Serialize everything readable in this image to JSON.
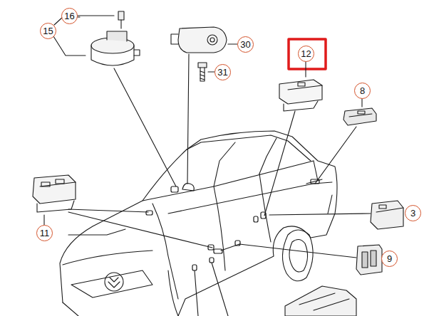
{
  "diagram": {
    "nodes": [
      {
        "text": [
          "16"
        ]
      },
      {
        "text": [
          "15"
        ]
      },
      {
        "text": [
          "30"
        ]
      },
      {
        "text": [
          "12"
        ]
      },
      {
        "text": [
          "31"
        ]
      },
      {
        "text": [
          "8"
        ]
      },
      {
        "text": [
          "3"
        ]
      },
      {
        "text": [
          "11"
        ]
      },
      {
        "text": [
          "9"
        ]
      }
    ]
  }
}
